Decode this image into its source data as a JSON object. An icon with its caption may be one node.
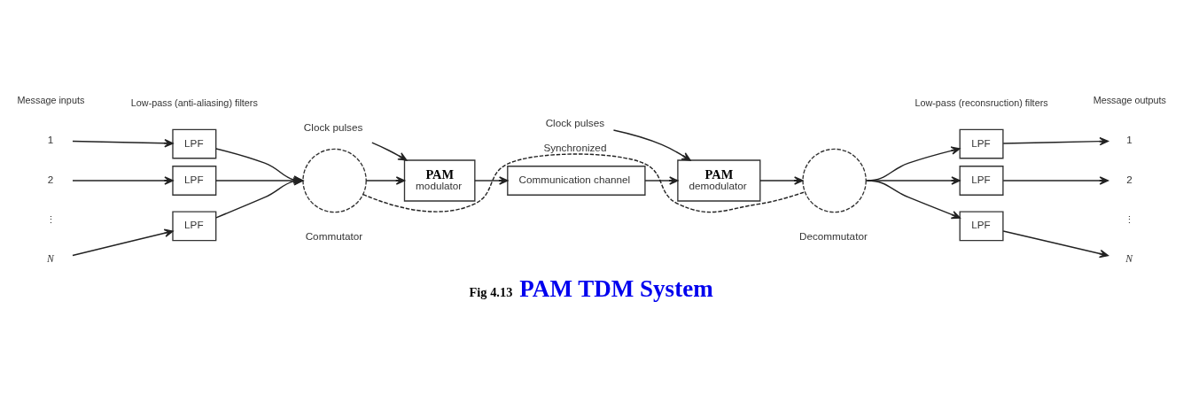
{
  "diagram": {
    "title": "PAM TDM System",
    "caption": "Fig 4.13",
    "nodes": [
      {
        "text": [
          "1"
        ]
      },
      {
        "text": [
          "2"
        ]
      },
      {
        "text": [
          "N"
        ]
      },
      {
        "text": [
          "LPF"
        ]
      },
      {
        "text": [
          "LPF"
        ]
      },
      {
        "text": [
          "LPF"
        ]
      },
      {
        "text": [],
        "shape": "circle",
        "beside": [
          "Commutator"
        ]
      },
      {
        "text": [
          "PAM",
          "modulator"
        ]
      },
      {
        "text": [
          "Communication channel"
        ]
      },
      {
        "text": [
          "PAM",
          "demodulator"
        ]
      },
      {
        "text": [],
        "shape": "circle",
        "beside": [
          "Decommutator"
        ]
      },
      {
        "text": [
          "LPF"
        ]
      },
      {
        "text": [
          "LPF"
        ]
      },
      {
        "text": [
          "LPF"
        ]
      },
      {
        "text": [
          "1"
        ]
      },
      {
        "text": [
          "2"
        ]
      },
      {
        "text": [
          "N"
        ]
      },
      {
        "text": [
          "Clock pulses"
        ]
      },
      {
        "text": [
          "Clock pulses"
        ]
      }
    ],
    "edges": [
      {
        "from": 0,
        "to": 3,
        "arrow": "to"
      },
      {
        "from": 1,
        "to": 4,
        "arrow": "to"
      },
      {
        "from": 2,
        "to": 5,
        "arrow": "to"
      },
      {
        "from": 3,
        "to": 6,
        "arrow": "to"
      },
      {
        "from": 4,
        "to": 6,
        "arrow": "to"
      },
      {
        "from": 5,
        "to": 6,
        "arrow": "to"
      },
      {
        "from": 6,
        "to": 10,
        "arrow": "none",
        "label": "Synchronized",
        "style": "dashed"
      },
      {
        "from": 6,
        "to": 7,
        "arrow": "to"
      },
      {
        "from": 7,
        "to": 8,
        "arrow": "to"
      },
      {
        "from": 8,
        "to": 9,
        "arrow": "to"
      },
      {
        "from": 9,
        "to": 10,
        "arrow": "to"
      },
      {
        "from": 10,
        "to": 11,
        "arrow": "to"
      },
      {
        "from": 10,
        "to": 12,
        "arrow": "to"
      },
      {
        "from": 10,
        "to": 13,
        "arrow": "to"
      },
      {
        "from": 11,
        "to": 14,
        "arrow": "to"
      },
      {
        "from": 12,
        "to": 15,
        "arrow": "to"
      },
      {
        "from": 13,
        "to": 16,
        "arrow": "to"
      },
      {
        "from": 17,
        "to": 7,
        "arrow": "to"
      },
      {
        "from": 18,
        "to": 9,
        "arrow": "to"
      }
    ],
    "labels": [
      "Low-pass (anti-aliasing) filters",
      "Message inputs",
      "⋮",
      "Low-pass (reconsruction) filters",
      "Message outputs",
      "⋮"
    ]
  }
}
